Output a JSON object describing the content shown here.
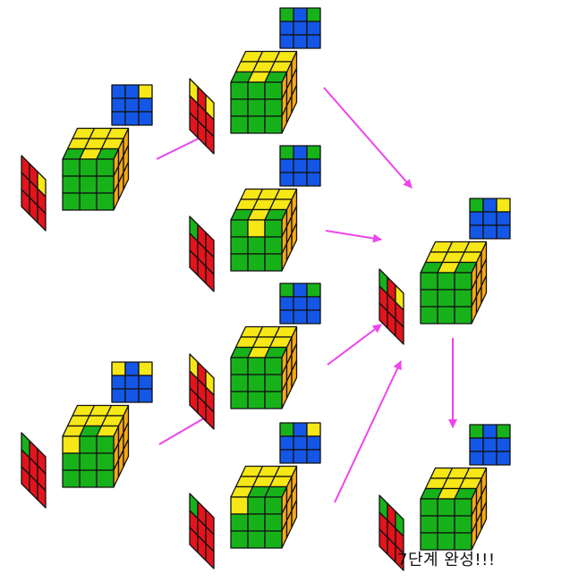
{
  "title": "",
  "caption": "7단계 완성!!!",
  "colors": {
    "yellow": "#F6E716",
    "blue": "#1457E6",
    "green": "#17B21A",
    "red": "#E2141C",
    "orange": "#F6A915",
    "gray": "#B9B9B9",
    "arrow": "#EE44EE",
    "outline": "#111111"
  },
  "cubes": [
    {
      "id": "cube-left-top",
      "top": [
        "Y",
        "Y",
        "Y",
        "Y",
        "Y",
        "Y",
        "G",
        "Y",
        "G"
      ],
      "front": [
        "G",
        "G",
        "G",
        "G",
        "G",
        "G",
        "G",
        "G",
        "G"
      ],
      "right": [
        "O",
        "O",
        "O",
        "O",
        "O",
        "O",
        "O",
        "O",
        "O"
      ],
      "back": [
        "B",
        "B",
        "Y",
        "B",
        "B",
        "B",
        "B",
        "B",
        "B"
      ],
      "left": [
        "R",
        "R",
        "Y",
        "R",
        "R",
        "R",
        "R",
        "R",
        "R"
      ]
    },
    {
      "id": "cube-left-bottom",
      "top": [
        "Y",
        "Y",
        "Y",
        "Y",
        "Y",
        "Y",
        "Y",
        "G",
        "Y"
      ],
      "front": [
        "Y",
        "G",
        "G",
        "G",
        "G",
        "G",
        "G",
        "G",
        "G"
      ],
      "right": [
        "O",
        "O",
        "O",
        "O",
        "O",
        "O",
        "O",
        "O",
        "O"
      ],
      "back": [
        "Y",
        "B",
        "Y",
        "B",
        "B",
        "B",
        "B",
        "B",
        "B"
      ],
      "left": [
        "G",
        "R",
        "R",
        "R",
        "R",
        "R",
        "R",
        "R",
        "R"
      ]
    },
    {
      "id": "cube-mid-1",
      "top": [
        "Y",
        "Y",
        "Y",
        "Y",
        "Y",
        "Y",
        "G",
        "Y",
        "G"
      ],
      "front": [
        "G",
        "G",
        "G",
        "G",
        "G",
        "G",
        "G",
        "G",
        "G"
      ],
      "right": [
        "O",
        "O",
        "O",
        "O",
        "O",
        "O",
        "O",
        "O",
        "O"
      ],
      "back": [
        "G",
        "B",
        "G",
        "B",
        "B",
        "B",
        "B",
        "B",
        "B"
      ],
      "left": [
        "Y",
        "R",
        "Y",
        "R",
        "R",
        "R",
        "R",
        "R",
        "R"
      ]
    },
    {
      "id": "cube-mid-2",
      "top": [
        "Y",
        "Y",
        "Y",
        "Y",
        "Y",
        "Y",
        "G",
        "Y",
        "G"
      ],
      "front": [
        "G",
        "Y",
        "G",
        "G",
        "G",
        "G",
        "G",
        "G",
        "G"
      ],
      "right": [
        "O",
        "O",
        "O",
        "O",
        "O",
        "O",
        "O",
        "O",
        "O"
      ],
      "back": [
        "G",
        "B",
        "G",
        "B",
        "B",
        "B",
        "B",
        "B",
        "B"
      ],
      "left": [
        "G",
        "R",
        "R",
        "R",
        "R",
        "R",
        "R",
        "R",
        "R"
      ]
    },
    {
      "id": "cube-mid-3",
      "top": [
        "Y",
        "Y",
        "Y",
        "Y",
        "Y",
        "Y",
        "G",
        "Y",
        "G"
      ],
      "front": [
        "G",
        "G",
        "G",
        "G",
        "G",
        "G",
        "G",
        "G",
        "G"
      ],
      "right": [
        "O",
        "O",
        "O",
        "O",
        "O",
        "O",
        "O",
        "O",
        "O"
      ],
      "back": [
        "G",
        "B",
        "G",
        "B",
        "B",
        "B",
        "B",
        "B",
        "B"
      ],
      "left": [
        "Y",
        "R",
        "Y",
        "R",
        "R",
        "R",
        "R",
        "R",
        "R"
      ]
    },
    {
      "id": "cube-mid-4",
      "top": [
        "Y",
        "Y",
        "Y",
        "Y",
        "Y",
        "Y",
        "Y",
        "G",
        "G"
      ],
      "front": [
        "Y",
        "G",
        "G",
        "G",
        "G",
        "G",
        "G",
        "G",
        "G"
      ],
      "right": [
        "O",
        "O",
        "O",
        "O",
        "O",
        "O",
        "O",
        "O",
        "O"
      ],
      "back": [
        "G",
        "B",
        "Y",
        "B",
        "B",
        "B",
        "B",
        "B",
        "B"
      ],
      "left": [
        "G",
        "R",
        "R",
        "R",
        "R",
        "R",
        "R",
        "R",
        "R"
      ]
    },
    {
      "id": "cube-result",
      "top": [
        "Y",
        "Y",
        "Y",
        "Y",
        "Y",
        "Y",
        "G",
        "Y",
        "G"
      ],
      "front": [
        "G",
        "G",
        "G",
        "G",
        "G",
        "G",
        "G",
        "G",
        "G"
      ],
      "right": [
        "O",
        "O",
        "O",
        "O",
        "O",
        "O",
        "O",
        "O",
        "O"
      ],
      "back": [
        "G",
        "B",
        "Y",
        "B",
        "B",
        "B",
        "B",
        "B",
        "B"
      ],
      "left": [
        "G",
        "R",
        "Y",
        "R",
        "R",
        "R",
        "R",
        "R",
        "R"
      ]
    },
    {
      "id": "cube-final",
      "top": [
        "Y",
        "Y",
        "Y",
        "Y",
        "Y",
        "Y",
        "G",
        "Y",
        "G"
      ],
      "front": [
        "G",
        "G",
        "G",
        "G",
        "G",
        "G",
        "G",
        "G",
        "G"
      ],
      "right": [
        "O",
        "O",
        "O",
        "O",
        "O",
        "O",
        "O",
        "O",
        "O"
      ],
      "back": [
        "G",
        "B",
        "G",
        "B",
        "B",
        "B",
        "B",
        "B",
        "B"
      ],
      "left": [
        "G",
        "R",
        "G",
        "R",
        "R",
        "R",
        "R",
        "R",
        "R"
      ]
    }
  ],
  "arrows": [
    {
      "id": "arrow-lt-to-m1"
    },
    {
      "id": "arrow-lb-to-m3"
    },
    {
      "id": "arrow-m1-to-result"
    },
    {
      "id": "arrow-m2-to-result"
    },
    {
      "id": "arrow-m3-to-result"
    },
    {
      "id": "arrow-m4-to-result"
    },
    {
      "id": "arrow-result-to-final"
    }
  ]
}
